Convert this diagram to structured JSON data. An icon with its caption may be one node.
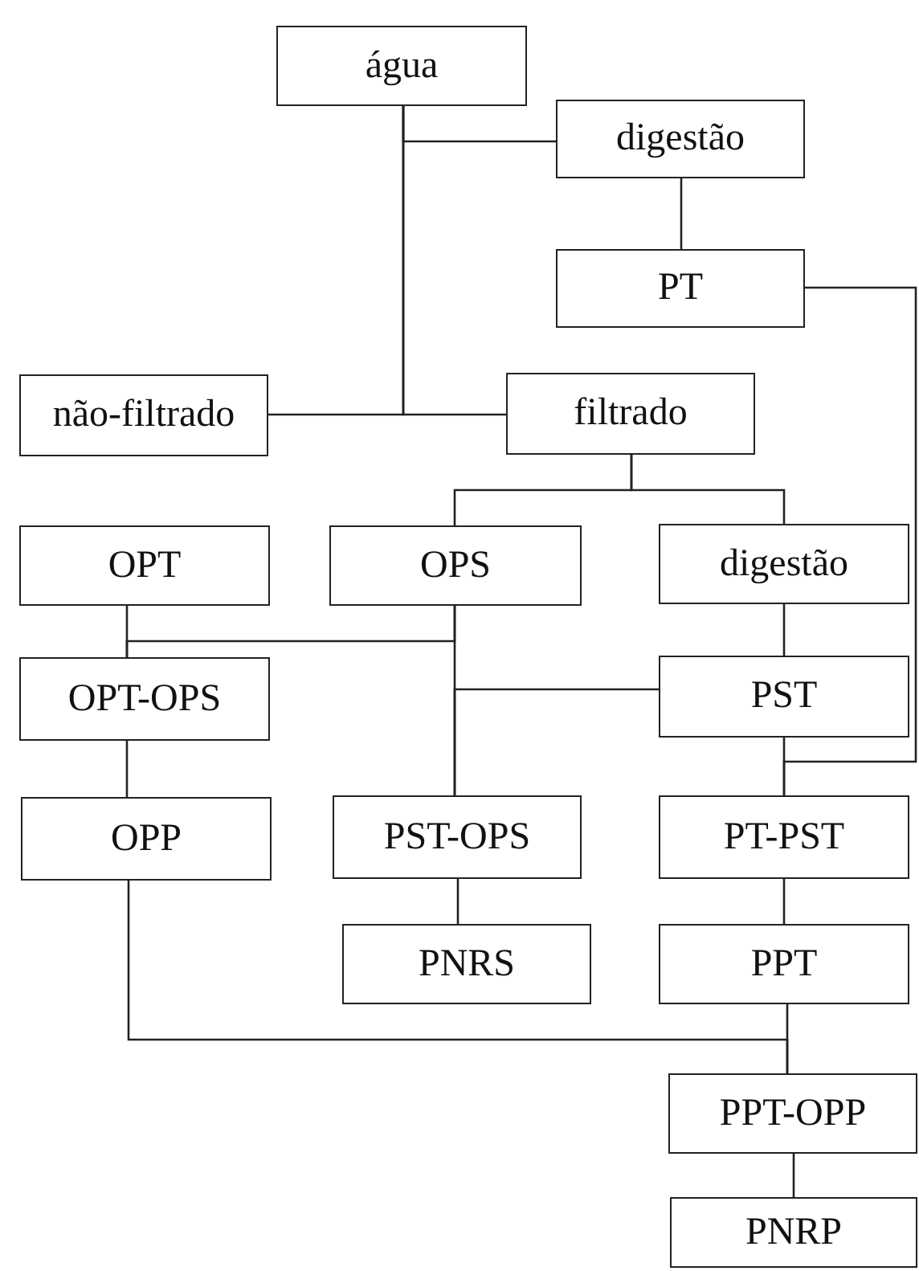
{
  "diagram": {
    "nodes": [
      {
        "text": [
          "água"
        ]
      },
      {
        "text": [
          "digestão"
        ]
      },
      {
        "text": [
          "PT"
        ]
      },
      {
        "text": [
          "não-filtrado"
        ]
      },
      {
        "text": [
          "filtrado"
        ]
      },
      {
        "text": [
          "OPT"
        ]
      },
      {
        "text": [
          "OPS"
        ]
      },
      {
        "text": [
          "digestão"
        ]
      },
      {
        "text": [
          "OPT-OPS"
        ]
      },
      {
        "text": [
          "PST"
        ]
      },
      {
        "text": [
          "OPP"
        ]
      },
      {
        "text": [
          "PST-OPS"
        ]
      },
      {
        "text": [
          "PT-PST"
        ]
      },
      {
        "text": [
          "PNRS"
        ]
      },
      {
        "text": [
          "PPT"
        ]
      },
      {
        "text": [
          "PPT-OPP"
        ]
      },
      {
        "text": [
          "PNRP"
        ]
      }
    ],
    "edges": [
      {
        "from": 0,
        "to": 1,
        "arrow": "none"
      },
      {
        "from": 0,
        "to": 3,
        "arrow": "none"
      },
      {
        "from": 0,
        "to": 4,
        "arrow": "none"
      },
      {
        "from": 1,
        "to": 2,
        "arrow": "none"
      },
      {
        "from": 2,
        "to": 12,
        "arrow": "none"
      },
      {
        "from": 4,
        "to": 6,
        "arrow": "none"
      },
      {
        "from": 4,
        "to": 7,
        "arrow": "none"
      },
      {
        "from": 5,
        "to": 8,
        "arrow": "none"
      },
      {
        "from": 6,
        "to": 8,
        "arrow": "none"
      },
      {
        "from": 7,
        "to": 9,
        "arrow": "none"
      },
      {
        "from": 6,
        "to": 11,
        "arrow": "none"
      },
      {
        "from": 9,
        "to": 11,
        "arrow": "none"
      },
      {
        "from": 9,
        "to": 12,
        "arrow": "none"
      },
      {
        "from": 8,
        "to": 10,
        "arrow": "none"
      },
      {
        "from": 11,
        "to": 13,
        "arrow": "none"
      },
      {
        "from": 12,
        "to": 14,
        "arrow": "none"
      },
      {
        "from": 10,
        "to": 15,
        "arrow": "none"
      },
      {
        "from": 14,
        "to": 15,
        "arrow": "none"
      },
      {
        "from": 15,
        "to": 16,
        "arrow": "none"
      }
    ]
  }
}
